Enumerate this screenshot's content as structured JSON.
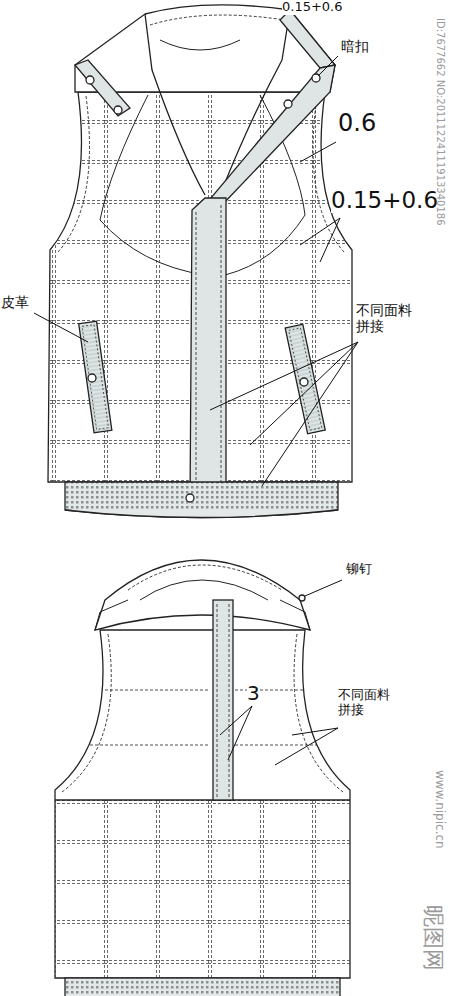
{
  "diagram": {
    "labels": [
      "0.15+0.6",
      "暗扣",
      "0.6",
      "0.15+0.6",
      "皮革",
      "不同面料拼接",
      "铆钉",
      "3",
      "不同面料拼接",
      "ID:7677662 NO:20111224111913340186",
      "www.nipic.cn",
      "昵图网"
    ]
  }
}
